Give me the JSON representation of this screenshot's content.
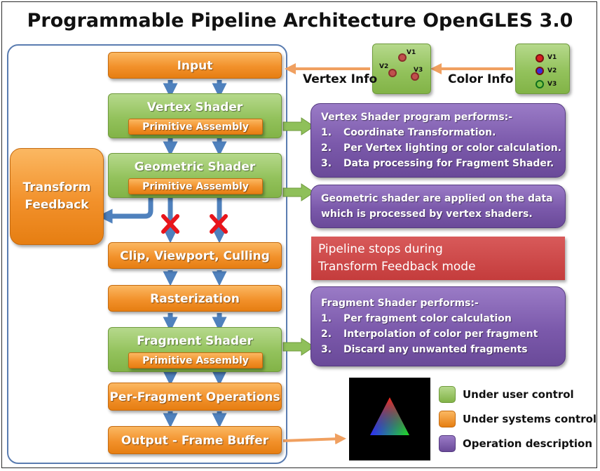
{
  "title": "Programmable Pipeline Architecture OpenGLES 3.0",
  "stages": {
    "input": "Input",
    "vertex_shader": "Vertex Shader",
    "geometric_shader": "Geometric Shader",
    "clip": "Clip, Viewport, Culling",
    "rasterization": "Rasterization",
    "fragment_shader": "Fragment Shader",
    "per_fragment": "Per-Fragment Operations",
    "output": "Output - Frame Buffer",
    "primitive_assembly": "Primitive Assembly"
  },
  "transform_feedback": {
    "line1": "Transform",
    "line2": "Feedback"
  },
  "vertex_info": "Vertex Info",
  "color_info": "Color Info",
  "vertex_labels": {
    "v1": "V1",
    "v2": "V2",
    "v3": "V3"
  },
  "vertex_desc": {
    "heading": "Vertex Shader program performs:-",
    "items": [
      {
        "num": "1.",
        "text": "Coordinate Transformation."
      },
      {
        "num": "2.",
        "text": "Per Vertex lighting or color calculation."
      },
      {
        "num": "3.",
        "text": "Data processing for Fragment Shader."
      }
    ]
  },
  "geometric_desc": {
    "line1": "Geometric shader  are applied on the data",
    "line2": "which is processed by vertex shaders."
  },
  "pipeline_stops": {
    "line1": "Pipeline stops during",
    "line2": "Transform Feedback mode"
  },
  "fragment_desc": {
    "heading": "Fragment Shader performs:-",
    "items": [
      {
        "num": "1.",
        "text": "Per fragment color calculation"
      },
      {
        "num": "2.",
        "text": "Interpolation of color per fragment"
      },
      {
        "num": "3.",
        "text": "Discard any unwanted fragments"
      }
    ]
  },
  "legend": {
    "user": "Under user control",
    "system": "Under systems control",
    "operation": "Operation description"
  },
  "colors": {
    "orange": "#f2912b",
    "green": "#93c25c",
    "purple": "#7b59ab",
    "red": "#c9393f",
    "blue_arrow": "#4f81bd"
  }
}
